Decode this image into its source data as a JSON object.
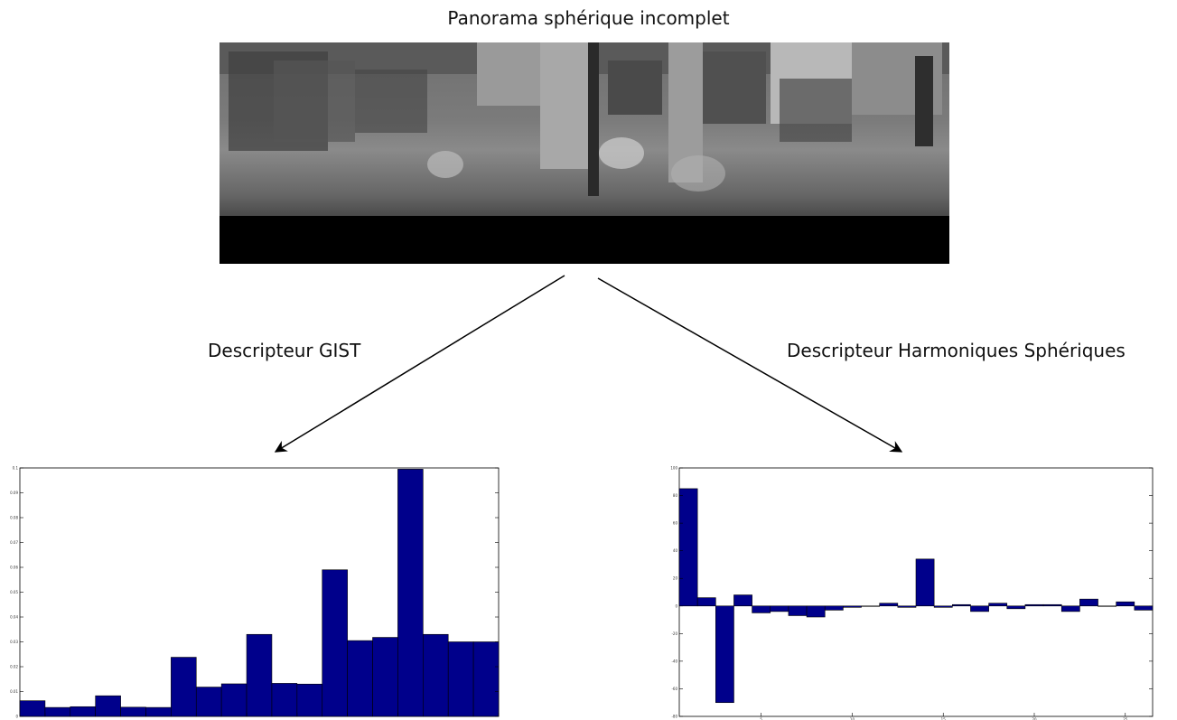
{
  "title": "Panorama sphérique incomplet",
  "gist_label": "Descripteur GIST",
  "sh_label": "Descripteur Harmoniques Sphériques",
  "colors": {
    "bar": "#00008b",
    "axis": "#000000",
    "arrow": "#000000"
  },
  "chart_data": [
    {
      "type": "bar",
      "xlabel": "",
      "ylabel": "",
      "ylim": [
        0,
        0.1
      ],
      "yticks": [
        "0",
        "0.01",
        "0.02",
        "0.03",
        "0.04",
        "0.05",
        "0.06",
        "0.07",
        "0.08",
        "0.09",
        "0.1"
      ],
      "categories": [
        "1",
        "2",
        "3",
        "4",
        "5",
        "6",
        "7",
        "8",
        "9",
        "10",
        "11",
        "12",
        "13",
        "14",
        "15",
        "16",
        "17",
        "18",
        "19"
      ],
      "values": [
        0.0063,
        0.0036,
        0.0039,
        0.0083,
        0.0037,
        0.0036,
        0.0238,
        0.0118,
        0.0131,
        0.033,
        0.0133,
        0.013,
        0.059,
        0.0305,
        0.0318,
        0.0995,
        0.033,
        0.03,
        0.03
      ],
      "grid": false
    },
    {
      "type": "bar",
      "xlabel": "",
      "ylabel": "",
      "ylim": [
        -80,
        100
      ],
      "yticks": [
        "-80",
        "-60",
        "-40",
        "-20",
        "0",
        "20",
        "40",
        "60",
        "80",
        "100"
      ],
      "xticks": [
        "5",
        "10",
        "15",
        "20",
        "25"
      ],
      "categories": [
        "1",
        "2",
        "3",
        "4",
        "5",
        "6",
        "7",
        "8",
        "9",
        "10",
        "11",
        "12",
        "13",
        "14",
        "15",
        "16",
        "17",
        "18",
        "19",
        "20",
        "21",
        "22",
        "23",
        "24",
        "25",
        "26"
      ],
      "values": [
        85,
        6,
        -70,
        8,
        -5,
        -4,
        -7,
        -8,
        -3,
        -1,
        0,
        2,
        -1,
        34,
        -1,
        1,
        -4,
        2,
        -2,
        1,
        1,
        -4,
        5,
        0,
        3,
        -3
      ],
      "grid": false
    }
  ]
}
